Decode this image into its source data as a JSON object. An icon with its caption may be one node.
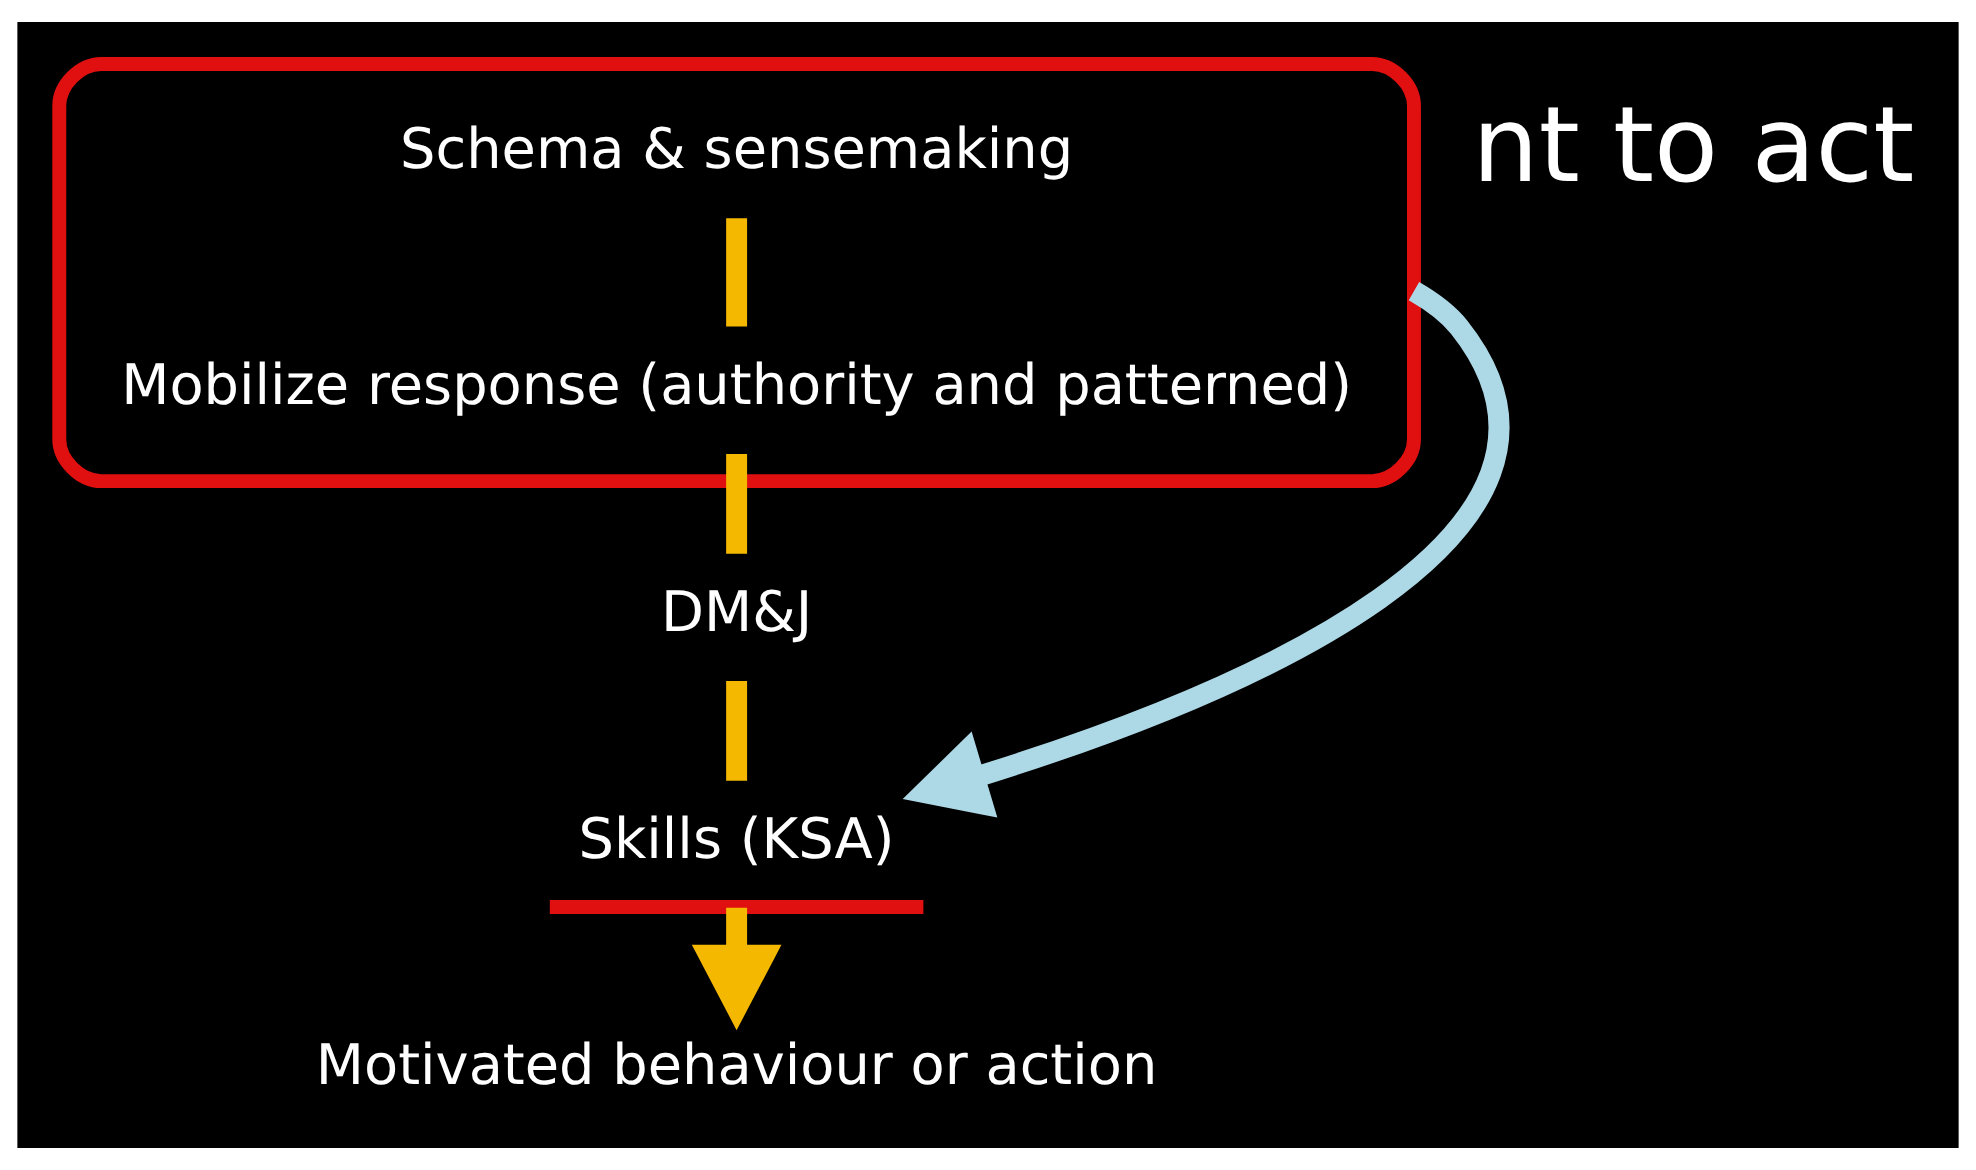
{
  "diagram": {
    "nodes": [
      {
        "text": [],
        "shape": "ellipse"
      },
      {
        "text": [
          "Schema & sensemaking"
        ],
        "in": 0
      },
      {
        "text": [
          "Mobilize response (authority and patterned)"
        ],
        "in": 0
      },
      {
        "text": [
          "DM&J"
        ]
      },
      {
        "text": [
          "Skills (KSA)"
        ]
      },
      {
        "text": [
          "Motivated behaviour or action"
        ]
      }
    ],
    "edges": [
      {
        "from": 1,
        "to": 2,
        "arrow": "none"
      },
      {
        "from": 2,
        "to": 3,
        "arrow": "none"
      },
      {
        "from": 3,
        "to": 4,
        "arrow": "none"
      },
      {
        "from": 4,
        "to": 5,
        "arrow": "to"
      },
      {
        "from": 0,
        "to": 4,
        "arrow": "to",
        "color": "#add8e6"
      }
    ],
    "labels": [
      "nt to act"
    ]
  }
}
